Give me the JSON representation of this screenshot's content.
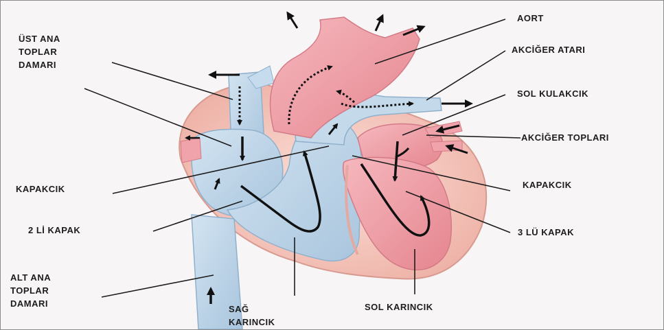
{
  "labels": {
    "ust_ana_toplar_damari": [
      "ÜST ANA",
      "TOPLAR",
      "DAMARI"
    ],
    "aort": "AORT",
    "akciger_atari": "AKCİĞER ATARI",
    "sol_kulakcik": "SOL KULAKCIK",
    "akciger_toplari": "AKCİĞER TOPLARI",
    "kapakcik_left": "KAPAKCIK",
    "kapakcik_right": "KAPAKCIK",
    "iki_li_kapak": "2 Lİ KAPAK",
    "uc_lu_kapak": "3 LÜ KAPAK",
    "alt_ana_toplar_damari": [
      "ALT ANA",
      "TOPLAR",
      "DAMARI"
    ],
    "sag_karincik": [
      "SAĞ",
      "KARINCIK"
    ],
    "sol_karincik": "SOL KARINCIK"
  },
  "colors": {
    "deoxygenated_blue": "#b9d3e8",
    "oxygenated_red": "#ee9aa4",
    "heart_wall": "#f5c9bf",
    "arrow": "#111111"
  }
}
